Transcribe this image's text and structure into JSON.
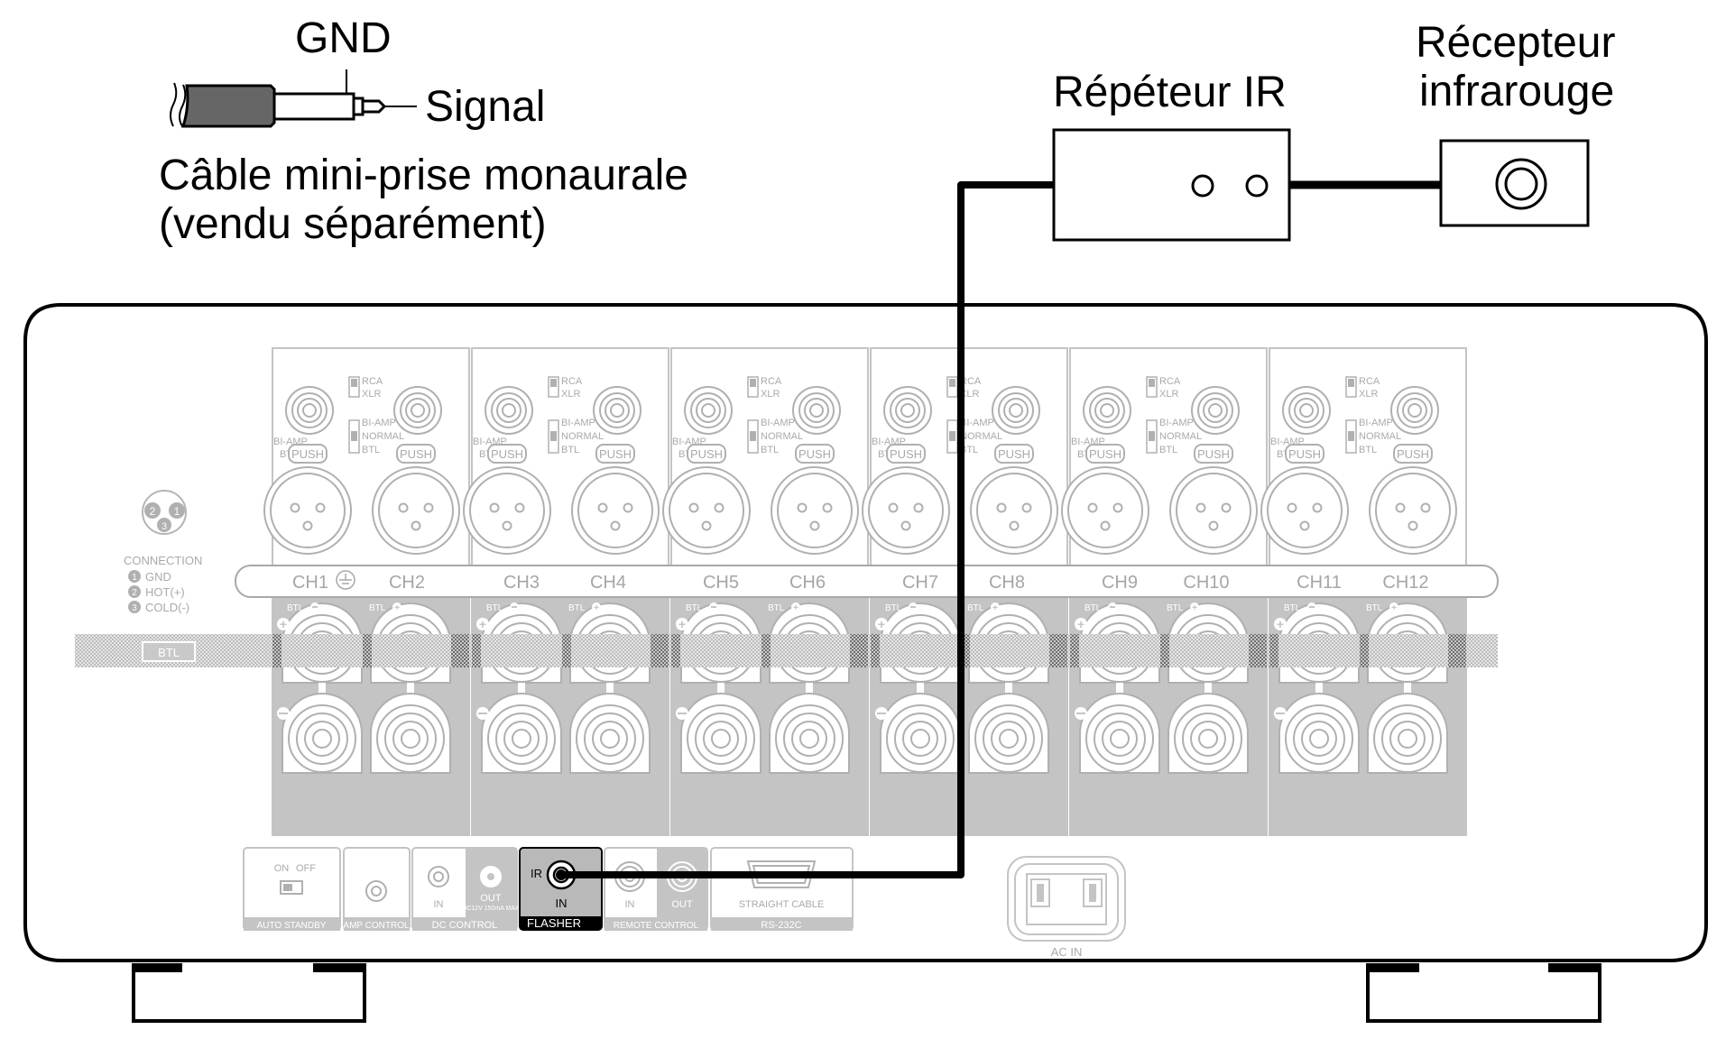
{
  "cable": {
    "gnd": "GND",
    "signal": "Signal",
    "name_line1": "Câble mini-prise monaurale",
    "name_line2": "(vendu séparément)"
  },
  "devices": {
    "repeater": "Répéteur IR",
    "receiver_line1": "Récepteur",
    "receiver_line2": "infrarouge"
  },
  "panel": {
    "channels": [
      "CH1",
      "CH2",
      "CH3",
      "CH4",
      "CH5",
      "CH6",
      "CH7",
      "CH8",
      "CH9",
      "CH10",
      "CH11",
      "CH12"
    ],
    "switch_rca": "RCA",
    "switch_xlr": "XLR",
    "switch_biamp": "BI-AMP",
    "switch_normal": "NORMAL",
    "switch_btl": "BTL",
    "side_biamp": "BI-AMP",
    "side_btl": "BTL",
    "push": "PUSH",
    "btl_minus": "BTL",
    "btl_plus": "BTL",
    "btl_strip": "BTL",
    "connection": {
      "title": "CONNECTION",
      "items": [
        "GND",
        "HOT(+)",
        "COLD(-)"
      ],
      "nums": [
        "1",
        "2",
        "3"
      ]
    },
    "bottom": {
      "auto_standby": "AUTO STANDBY",
      "on": "ON",
      "off": "OFF",
      "amp_control": "AMP CONTROL",
      "dc_control": "DC CONTROL",
      "dc_in": "IN",
      "dc_out": "OUT",
      "dc_spec": "DC12V 150mA MAX",
      "flasher": "FLASHER",
      "flasher_ir": "IR",
      "flasher_in": "IN",
      "remote_control": "REMOTE CONTROL",
      "remote_in": "IN",
      "remote_out": "OUT",
      "straight_cable": "STRAIGHT CABLE",
      "rs232c": "RS-232C",
      "ac_in": "AC IN"
    }
  }
}
